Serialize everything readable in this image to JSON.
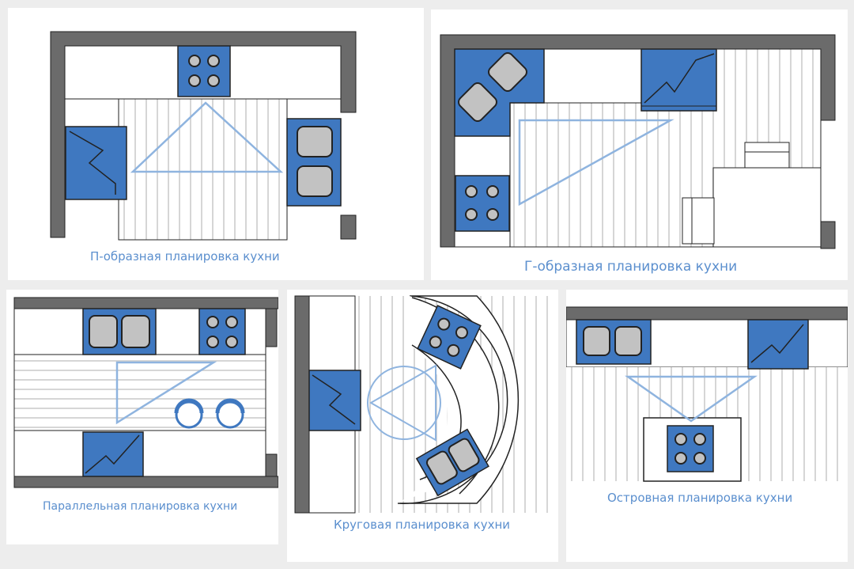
{
  "colors": {
    "wall": "#6b6b6b",
    "appliance_blue": "#3f78c0",
    "triangle_line": "#8fb4df",
    "floor_stripe": "#c8c8c8",
    "burner_gray": "#c2c2c2",
    "caption_text": "#5b8fce",
    "page_background": "#ededed"
  },
  "diagram": {
    "panels": [
      {
        "id": "u-shaped",
        "caption": "П-образная планировка кухни"
      },
      {
        "id": "l-shaped",
        "caption": "Г-образная планировка кухни"
      },
      {
        "id": "parallel",
        "caption": "Параллельная планировка кухни"
      },
      {
        "id": "circular",
        "caption": "Круговая планировка кухни"
      },
      {
        "id": "island",
        "caption": "Островная планировка кухни"
      }
    ]
  },
  "icons": [
    "stove-icon",
    "sink-icon",
    "refrigerator-icon",
    "dining-chair-icon",
    "stool-icon"
  ]
}
